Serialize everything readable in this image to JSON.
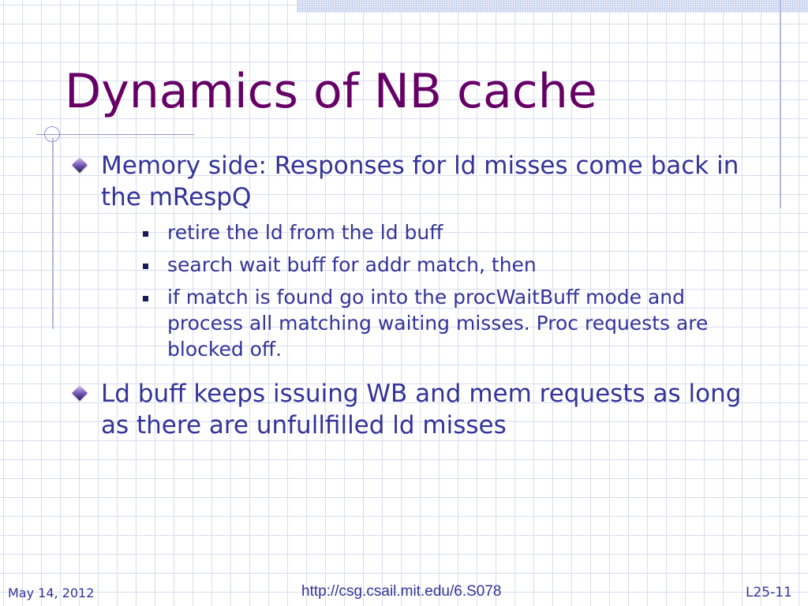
{
  "slide": {
    "title": "Dynamics of NB cache",
    "bullets": [
      {
        "text": "Memory side: Responses for ld misses come back in the mRespQ",
        "subbullets": [
          "retire the ld from the ld buff",
          "search wait buff for addr match, then",
          "if match is found go into the procWaitBuff mode and process all matching waiting misses. Proc requests are blocked off."
        ]
      },
      {
        "text": "Ld buff keeps issuing WB and mem requests as long as there are unfullfilled ld misses",
        "subbullets": []
      }
    ]
  },
  "footer": {
    "date": "May 14, 2012",
    "url": "http://csg.csail.mit.edu/6.S078",
    "slide_number": "L25-11"
  },
  "icons": {
    "level1": "diamond-bullet-icon",
    "level2": "square-bullet-icon"
  },
  "colors": {
    "title": "#660066",
    "body_text": "#333399",
    "grid": "#d9dcef",
    "accent_line": "#b3b9de"
  }
}
